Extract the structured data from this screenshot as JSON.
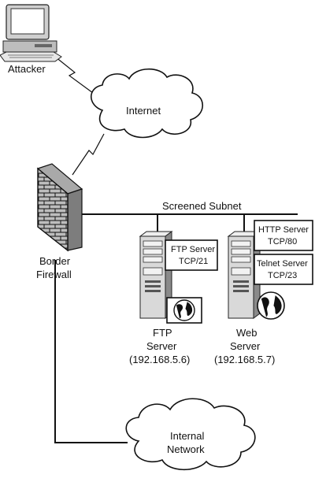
{
  "nodes": {
    "attacker": {
      "label": "Attacker",
      "icon": "desktop-computer-icon"
    },
    "internet": {
      "label": "Internet",
      "icon": "cloud-icon"
    },
    "firewall": {
      "label_lines": [
        "Border",
        "Firewall"
      ],
      "icon": "brick-wall-icon"
    },
    "screened_subnet": {
      "label": "Screened Subnet"
    },
    "ftp_server": {
      "label_lines": [
        "FTP",
        "Server",
        "(192.168.5.6)"
      ],
      "services": [
        {
          "lines": [
            "FTP Server",
            "TCP/21"
          ]
        }
      ],
      "icon": "server-tower-icon"
    },
    "web_server": {
      "label_lines": [
        "Web",
        "Server",
        "(192.168.5.7)"
      ],
      "services": [
        {
          "lines": [
            "HTTP Server",
            "TCP/80"
          ]
        },
        {
          "lines": [
            "Telnet Server",
            "TCP/23"
          ]
        }
      ],
      "icon": "server-tower-icon"
    },
    "internal_network": {
      "label_lines": [
        "Internal",
        "Network"
      ],
      "icon": "cloud-icon"
    }
  },
  "colors": {
    "line": "#111111",
    "server_body": "#d9d9d9",
    "background": "#ffffff"
  }
}
